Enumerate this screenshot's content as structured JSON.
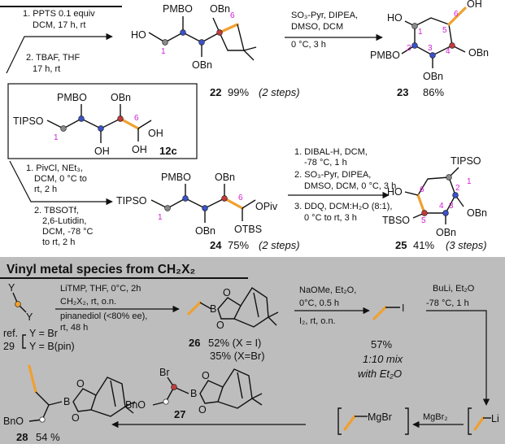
{
  "top_reaction": {
    "conditions_left": [
      "1. PPTS 0.1 equiv",
      "DCM, 17 h, rt",
      "2. TBAF, THF",
      "17 h, rt"
    ],
    "cmpd22": {
      "labels": [
        "PMBO",
        "OBn",
        "HO",
        "OBn"
      ],
      "atom_numbers": [
        "1",
        "6"
      ],
      "number": "22",
      "yield": "99%",
      "yield_note": "(2 steps)"
    },
    "conditions_right": [
      "SO₃-Pyr, DIPEA,",
      "DMSO, DCM",
      "0 °C, 3 h"
    ],
    "cmpd23": {
      "labels": [
        "HO",
        "OH",
        "PMBO",
        "OBn",
        "OBn"
      ],
      "atom_numbers": [
        "1",
        "2",
        "3",
        "4",
        "5",
        "6"
      ],
      "number": "23",
      "yield": "86%"
    }
  },
  "cmpd12c": {
    "labels": [
      "PMBO",
      "OBn",
      "TIPSO",
      "OH",
      "OH",
      "OH"
    ],
    "atom_numbers": [
      "1",
      "6"
    ],
    "number": "12c"
  },
  "middle_reaction": {
    "conditions_left": [
      "1. PivCl, NEt₃,",
      "DCM, 0 °C to",
      "rt, 2 h",
      "2. TBSOTf,",
      "2,6-Lutidin,",
      "DCM, -78 °C",
      "to rt, 2 h"
    ],
    "cmpd24": {
      "labels": [
        "PMBO",
        "OBn",
        "TIPSO",
        "OPiv",
        "OBn",
        "OTBS"
      ],
      "atom_numbers": [
        "1",
        "6"
      ],
      "number": "24",
      "yield": "75%",
      "yield_note": "(2 steps)"
    },
    "conditions_right": [
      "1. DIBAL-H, DCM,",
      "-78 °C, 1 h",
      "2. SO₃-Pyr, DIPEA,",
      "DMSO, DCM, 0 °C, 3 h",
      "3. DDQ, DCM:H₂O (8:1),",
      "0 °C to rt, 3 h"
    ],
    "cmpd25": {
      "labels": [
        "TIPSO",
        "HO",
        "TBSO",
        "OBn",
        "OBn"
      ],
      "atom_numbers": [
        "1",
        "2",
        "3",
        "4",
        "5",
        "6"
      ],
      "number": "25",
      "yield": "41%",
      "yield_note": "(3 steps)"
    }
  },
  "vinyl_section": {
    "title": "Vinyl metal species from CH₂X₂",
    "reagent": {
      "labels": [
        "Y",
        "Y"
      ],
      "ref_prefix": "ref.",
      "ref_number": "29",
      "options": [
        "Y = Br",
        "Y = B(pin)"
      ]
    },
    "conditions_1": [
      "LiTMP, THF, 0°C, 2h",
      "CH₂X₂,  rt, o.n.",
      "pinanediol (<80% ee),",
      "rt, 48 h"
    ],
    "cmpd26": {
      "labels": [
        "B",
        "O",
        "O"
      ],
      "number": "26",
      "yields": [
        "52%  (X = I)",
        "35% (X=Br)"
      ]
    },
    "conditions_2": [
      "NaOMe, Et₂O,",
      "0°C, 0.5 h",
      "I₂, rt, o.n."
    ],
    "vinyl_iodide": {
      "label": "I",
      "yield": "57%",
      "note": [
        "1:10 mix",
        "with Et₂O"
      ]
    },
    "conditions_3": [
      "BuLi, Et₂O",
      "-78 °C, 1 h"
    ],
    "vinyl_lithium": {
      "label": "Li"
    },
    "conditions_4": "MgBr₂",
    "vinyl_grignard": {
      "label": "MgBr"
    },
    "cmpd27": {
      "labels": [
        "Br",
        "B",
        "O",
        "O",
        "BnO"
      ],
      "number": "27"
    },
    "cmpd28": {
      "labels": [
        "B",
        "O",
        "O",
        "BnO"
      ],
      "number": "28",
      "yield": "54 %"
    }
  },
  "colors": {
    "highlight_orange": "#f0a030",
    "atom_blue": "#3a52c8",
    "atom_red": "#c23c3c",
    "atom_gray": "#8a8a8a",
    "atom_number_magenta": "#d11fd1",
    "panel_gray": "#bdbdbd"
  }
}
